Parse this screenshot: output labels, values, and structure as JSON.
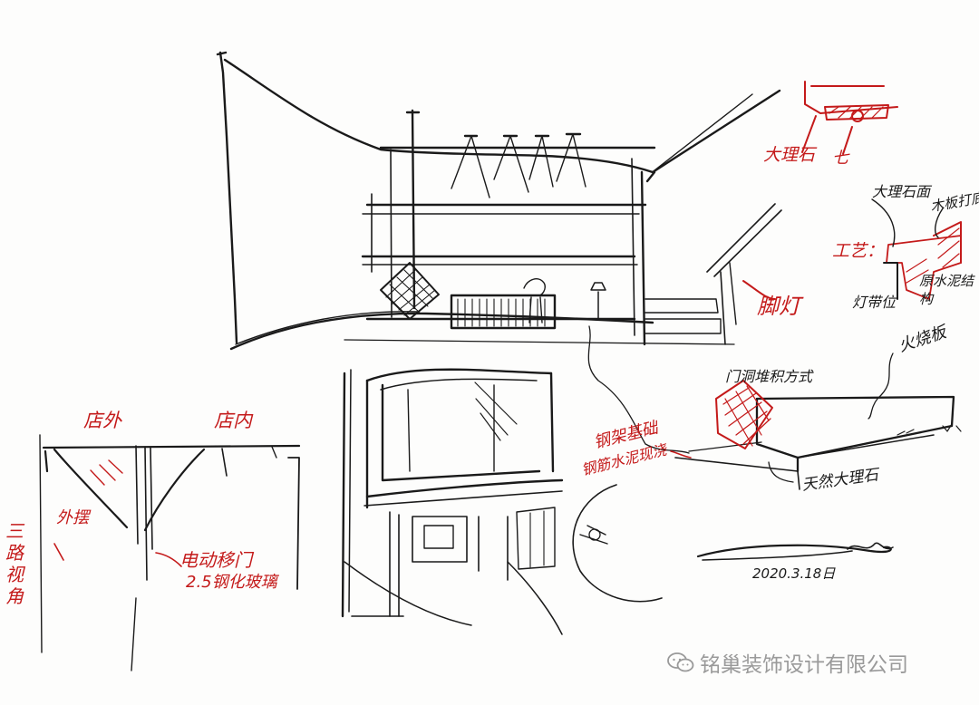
{
  "annotations": {
    "marble_top": "大理石",
    "marble_top_tail": "七",
    "marble_face": "大理石面",
    "wood_base": "木板打底",
    "craft": "工艺：",
    "light_strip": "灯带位",
    "original_structure": "原水泥结构",
    "foot_light": "脚灯",
    "burnt_board": "火烧板",
    "stacking_method": "门洞堆积方式",
    "steel_foundation": "钢架基础",
    "rebar_cement": "钢筋水泥现浇",
    "natural_marble": "天然大理石",
    "outside": "店外",
    "inside": "店内",
    "outdoor_seating": "外摆",
    "three_way_view": "三路视角",
    "electric_door": "电动移门",
    "glass_spec": "2.5钢化玻璃"
  },
  "signature": {
    "date": "2020.3.18日"
  },
  "watermark": {
    "text": "铭巢装饰设计有限公司",
    "icon": "wechat-icon"
  }
}
